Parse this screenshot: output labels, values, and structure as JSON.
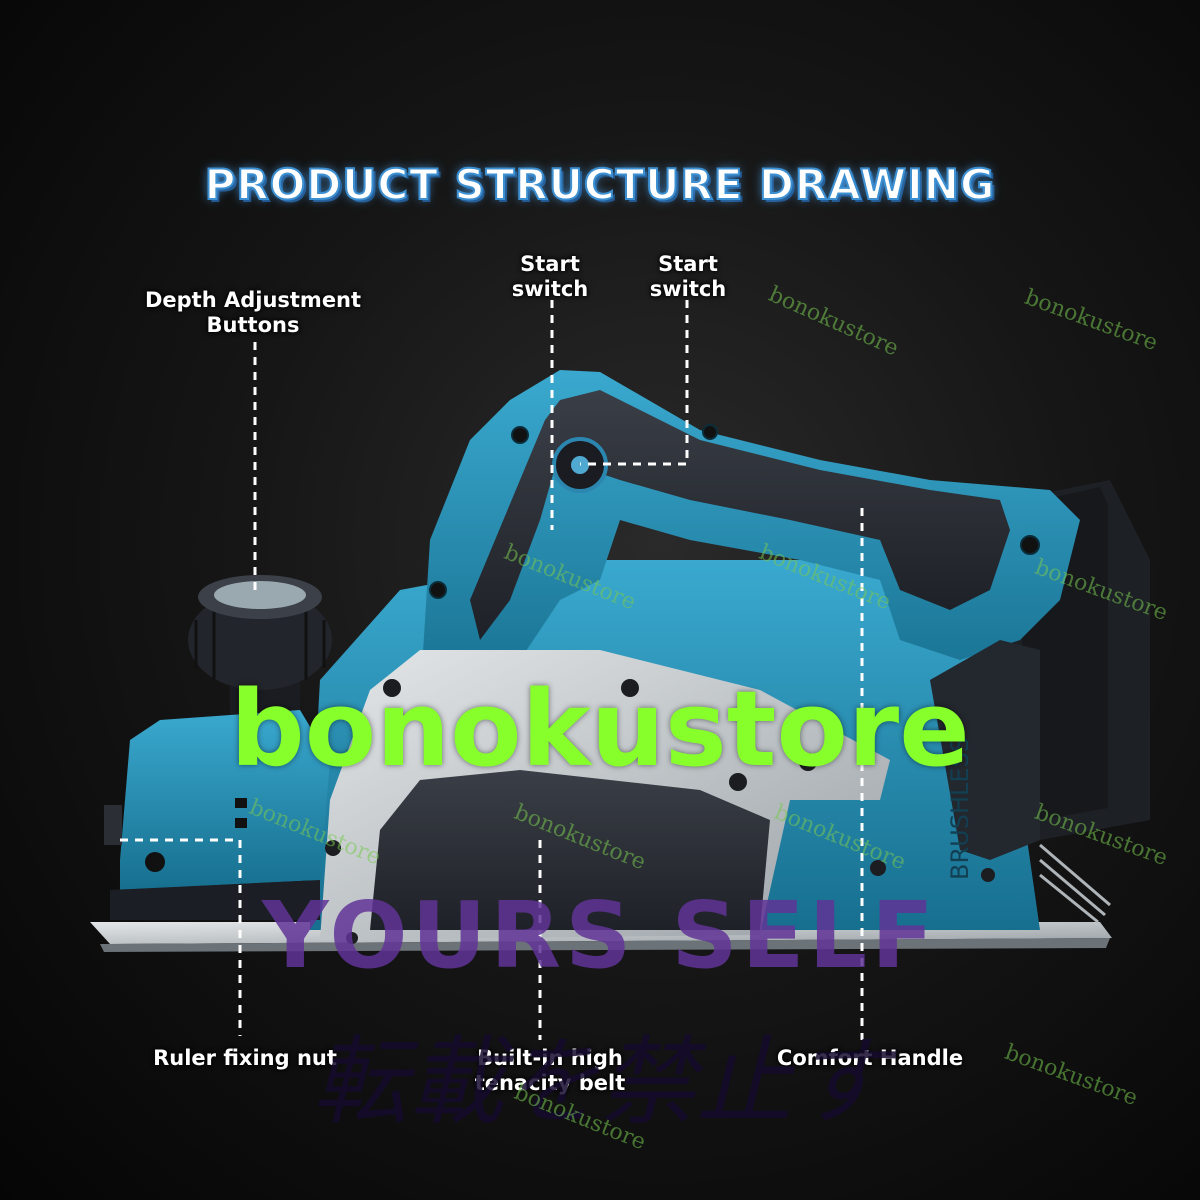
{
  "title": "PRODUCT STRUCTURE DRAWING",
  "labels": {
    "depth_adjustment": "Depth Adjustment\nButtons",
    "start_switch_1": "Start\nswitch",
    "start_switch_2": "Start\nswitch",
    "ruler_fixing_nut": "Ruler fixing nut",
    "built_in_belt": "Built-in high\ntenacity belt",
    "comfort_handle": "Comfort Handle"
  },
  "product_marking": "BRUSHLESS",
  "watermarks": {
    "main": "bonokustore",
    "secondary": "YOURS  SELF",
    "japanese": "転載を禁止す",
    "small": "bonokustore"
  },
  "colors": {
    "tool_teal": "#1f8db1",
    "grip_dark": "#2c3038",
    "metal_silver": "#c4c9cd",
    "watermark_green": "#86ff2a",
    "watermark_purple": "#603496"
  }
}
